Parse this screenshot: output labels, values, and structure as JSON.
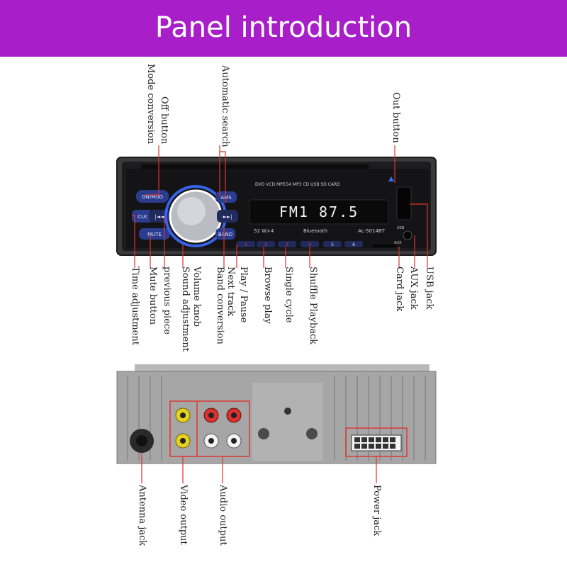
{
  "banner": {
    "title": "Panel introduction",
    "color": "#a81ec9"
  },
  "front_panel": {
    "display_text": "FM1 87.5",
    "model": "AL-5014BT",
    "power_text": "52 W×4",
    "formats": "DVD VCD MPEG4 MP3 CD USB SD CARD",
    "bluetooth": "Bluetooth",
    "buttons": {
      "mode": "ON/MOD",
      "clk": "CLK",
      "mute": "MUTE",
      "ams": "AMS",
      "band": "BAND",
      "prev": "|◄◄",
      "next": "►►|",
      "presets": [
        "1",
        "2",
        "3",
        "4",
        "5",
        "6"
      ],
      "usb": "USB",
      "aux": "AUX"
    }
  },
  "labels_top": {
    "off_button": "Off button",
    "mode_conversion": "Mode conversion",
    "automatic_search": "Automatic search",
    "out_button": "Out button"
  },
  "labels_bottom": {
    "time_adjustment": "Time adjustment",
    "mute_button": "Mute button",
    "previous_piece": "previous piece",
    "volume_knob": "Volume knob",
    "sound_adjustment": "Sound adjustment",
    "next_track": "Next track",
    "band_conversion": "Band conversion",
    "play_pause": "Play / Pause",
    "browse_play": "Browse play",
    "single_cycle": "Single cycle",
    "shuffle_playback": "Shuffle Playback",
    "usb_jack": "USB jack",
    "aux_jack": "AUX jack",
    "card_jack": "Card jack"
  },
  "labels_rear": {
    "antenna_jack": "Antenna jack",
    "video_output": "Video output",
    "audio_output": "Audio output",
    "power_jack": "Power jack"
  },
  "colors": {
    "accent_line": "#e0322d",
    "lcd_text": "#f2f2f2",
    "knob_glow": "#3a6cff"
  }
}
